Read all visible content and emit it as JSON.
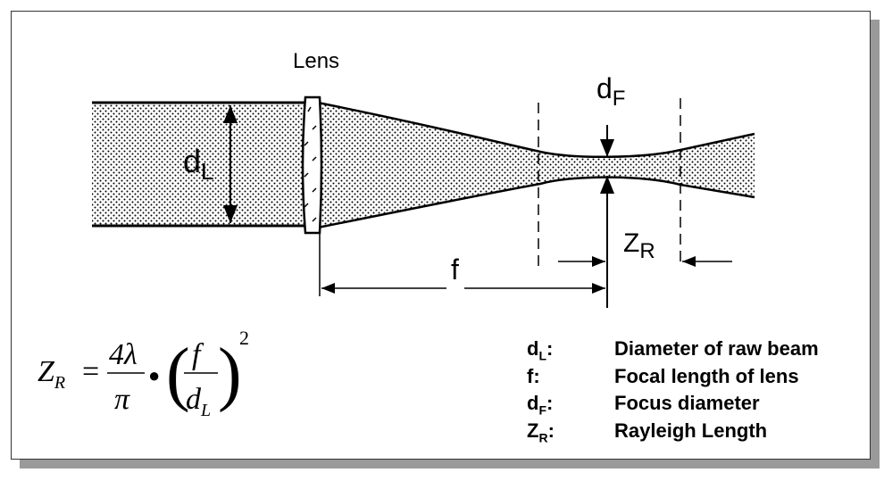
{
  "diagram": {
    "lens_label": "Lens",
    "dL_label": {
      "main": "d",
      "sub": "L"
    },
    "dF_label": {
      "main": "d",
      "sub": "F"
    },
    "f_label": "f",
    "zr_label": {
      "main": "Z",
      "sub": "R"
    }
  },
  "formula": {
    "lhs": "Z",
    "lhs_sub": "R",
    "eq": "=",
    "num": "4λ",
    "den": "π",
    "dot": "●",
    "inner_num": "f",
    "inner_den": "d",
    "inner_den_sub": "L",
    "exp": "2"
  },
  "legend": [
    {
      "sym": "d",
      "sub": "L",
      "colon": ":",
      "desc": "Diameter of raw beam"
    },
    {
      "sym": "f",
      "sub": "",
      "colon": ":",
      "desc": "Focal length of lens"
    },
    {
      "sym": "d",
      "sub": "F",
      "colon": ":",
      "desc": "Focus diameter"
    },
    {
      "sym": "Z",
      "sub": "R",
      "colon": ":",
      "desc": "Rayleigh Length"
    }
  ]
}
